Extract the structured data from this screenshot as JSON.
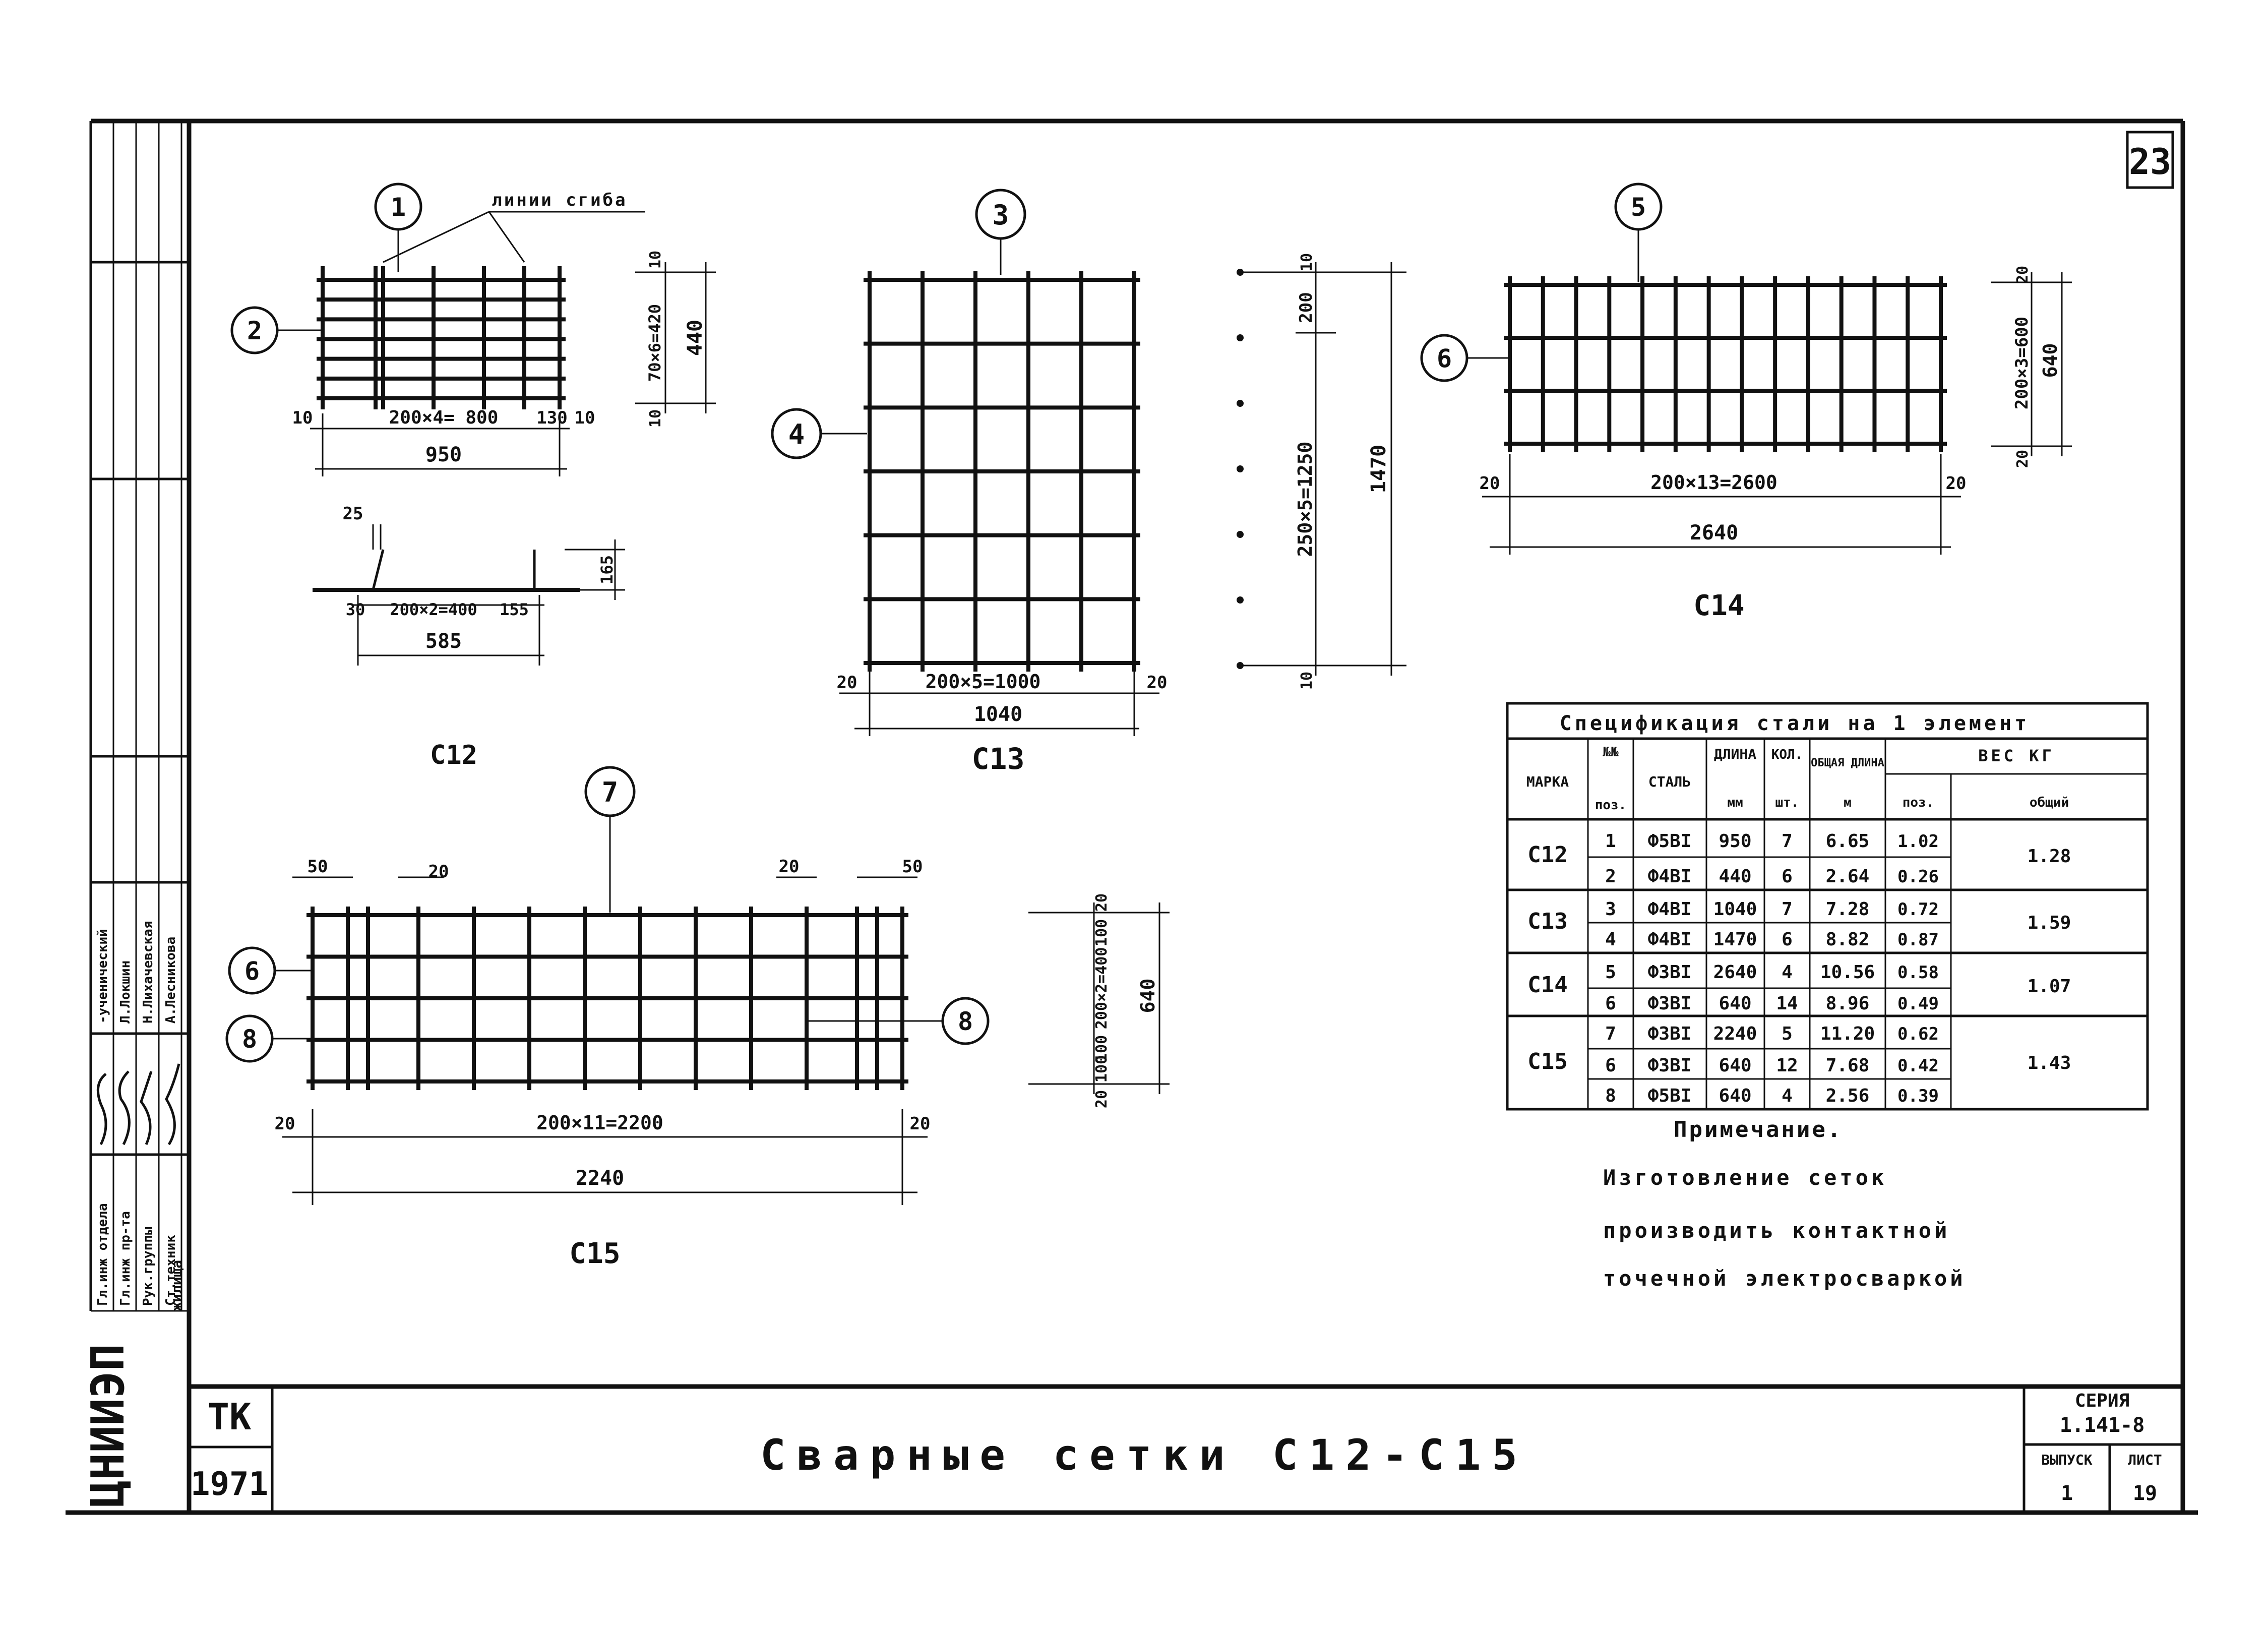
{
  "sheet": {
    "page_number": "23",
    "title": "Сварные сетки С12-С15",
    "series_label": "СЕРИЯ",
    "series_value": "1.141-8",
    "issue_label": "ВЫПУСК",
    "issue_value": "1",
    "sheet_label": "ЛИСТ",
    "sheet_value": "19",
    "org_code": "ТК",
    "year": "1971",
    "institute": "ЦНИИЭП",
    "institute_suffix": "жилища"
  },
  "stamp": {
    "roles": [
      "Гл.инж отдела",
      "Гл.инж пр-та",
      "Рук.группы",
      "Ст.техник"
    ],
    "names": [
      "-ученический",
      "Л.Локшин",
      "Н.Лихачевская",
      "А.Лесникова"
    ]
  },
  "c12": {
    "label": "С12",
    "marks": [
      "1",
      "2"
    ],
    "bend_note": "линии сгиба",
    "dims": {
      "spacing": "200×4= 800",
      "left_end": "10",
      "right_part": "130",
      "right_end": "10",
      "total": "950",
      "height_spacing": "70×6=420",
      "height_top": "10",
      "height_bottom": "10",
      "height_total": "440"
    },
    "bent": {
      "top_offset": "25",
      "left": "30",
      "spacing": "200×2=400",
      "right": "155",
      "total": "585",
      "height": "165"
    }
  },
  "c13": {
    "label": "С13",
    "marks": [
      "3",
      "4"
    ],
    "dims": {
      "left_end": "20",
      "spacing": "200×5=1000",
      "right_end": "20",
      "total": "1040",
      "height_top": "10",
      "height_first": "200",
      "height_spacing": "250×5=1250",
      "height_bottom": "10",
      "height_total": "1470"
    }
  },
  "c14": {
    "label": "С14",
    "marks": [
      "5",
      "6"
    ],
    "dims": {
      "left_end": "20",
      "spacing": "200×13=2600",
      "right_end": "20",
      "total": "2640",
      "height_top": "20",
      "height_spacing": "200×3=600",
      "height_bottom": "20",
      "height_total": "640"
    }
  },
  "c15": {
    "label": "С15",
    "marks": [
      "7",
      "6",
      "8",
      "8"
    ],
    "dims": {
      "top_left": "50",
      "top_left2": "20",
      "top_right": "20",
      "top_right2": "50",
      "left_end": "20",
      "spacing": "200×11=2200",
      "right_end": "20",
      "total": "2240",
      "height_top": "20",
      "height_spacing": "200×2=400",
      "height_a": "100",
      "height_b": "100",
      "height_c": "100",
      "height_bottom": "20",
      "height_total": "640"
    }
  },
  "spec_table": {
    "title": "Спецификация стали на 1 элемент",
    "headers": {
      "mark": "МАРКА",
      "pos": "№№",
      "pos_sub": "поз.",
      "steel": "СТАЛЬ",
      "length": "ДЛИНА",
      "length_unit": "мм",
      "qty": "КОЛ.",
      "qty_unit": "шт.",
      "total_length": "ОБЩАЯ ДЛИНА",
      "total_length_unit": "м",
      "weight": "ВЕС КГ",
      "weight_pos": "поз.",
      "weight_total": "общий"
    },
    "groups": [
      {
        "mark": "С12",
        "total": "1.28",
        "rows": [
          {
            "pos": "1",
            "steel": "Ф5ВI",
            "length": "950",
            "qty": "7",
            "total_length": "6.65",
            "weight": "1.02"
          },
          {
            "pos": "2",
            "steel": "Ф4ВI",
            "length": "440",
            "qty": "6",
            "total_length": "2.64",
            "weight": "0.26"
          }
        ]
      },
      {
        "mark": "С13",
        "total": "1.59",
        "rows": [
          {
            "pos": "3",
            "steel": "Ф4ВI",
            "length": "1040",
            "qty": "7",
            "total_length": "7.28",
            "weight": "0.72"
          },
          {
            "pos": "4",
            "steel": "Ф4ВI",
            "length": "1470",
            "qty": "6",
            "total_length": "8.82",
            "weight": "0.87"
          }
        ]
      },
      {
        "mark": "С14",
        "total": "1.07",
        "rows": [
          {
            "pos": "5",
            "steel": "Ф3ВI",
            "length": "2640",
            "qty": "4",
            "total_length": "10.56",
            "weight": "0.58"
          },
          {
            "pos": "6",
            "steel": "Ф3ВI",
            "length": "640",
            "qty": "14",
            "total_length": "8.96",
            "weight": "0.49"
          }
        ]
      },
      {
        "mark": "С15",
        "total": "1.43",
        "rows": [
          {
            "pos": "7",
            "steel": "Ф3ВI",
            "length": "2240",
            "qty": "5",
            "total_length": "11.20",
            "weight": "0.62"
          },
          {
            "pos": "6",
            "steel": "Ф3ВI",
            "length": "640",
            "qty": "12",
            "total_length": "7.68",
            "weight": "0.42"
          },
          {
            "pos": "8",
            "steel": "Ф5ВI",
            "length": "640",
            "qty": "4",
            "total_length": "2.56",
            "weight": "0.39"
          }
        ]
      }
    ]
  },
  "note": {
    "heading": "Примечание.",
    "lines": [
      "Изготовление сеток",
      "производить контактной",
      "точечной электросваркой"
    ]
  }
}
